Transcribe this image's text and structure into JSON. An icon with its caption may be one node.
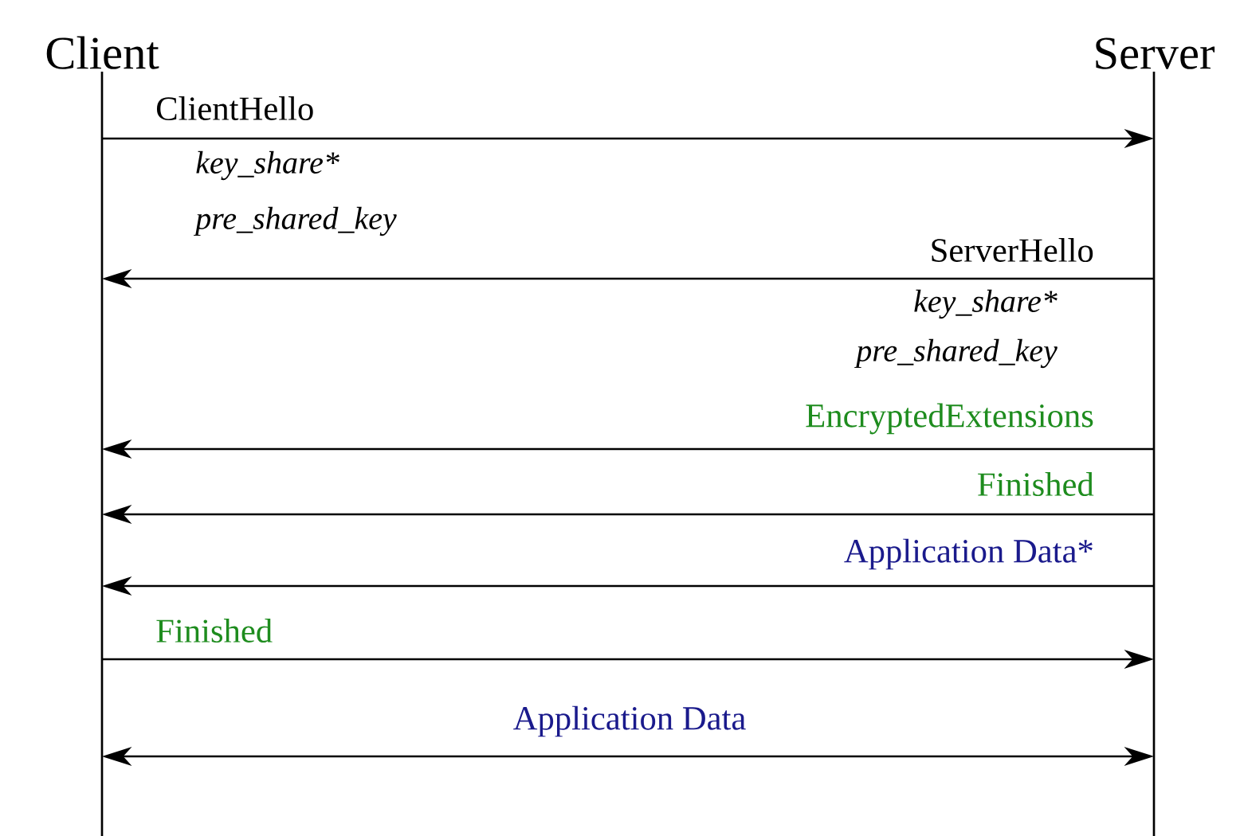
{
  "diagram": {
    "nodes": [
      {
        "text": [
          "Client"
        ]
      },
      {
        "text": [
          "Server"
        ]
      }
    ],
    "edges": [
      {
        "from": 0,
        "to": 1,
        "arrow": "to",
        "label": "ClientHello"
      },
      {
        "from": 1,
        "to": 0,
        "arrow": "to",
        "label": "ServerHello"
      },
      {
        "from": 1,
        "to": 0,
        "arrow": "to",
        "label": "EncryptedExtensions"
      },
      {
        "from": 1,
        "to": 0,
        "arrow": "to",
        "label": "Finished"
      },
      {
        "from": 1,
        "to": 0,
        "arrow": "to",
        "label": "Application Data*"
      },
      {
        "from": 0,
        "to": 1,
        "arrow": "to",
        "label": "Finished"
      },
      {
        "from": 0,
        "to": 1,
        "arrow": "both",
        "label": "Application Data"
      }
    ],
    "labels": [
      "key_share*",
      "pre_shared_key",
      "key_share*",
      "pre_shared_key"
    ]
  }
}
